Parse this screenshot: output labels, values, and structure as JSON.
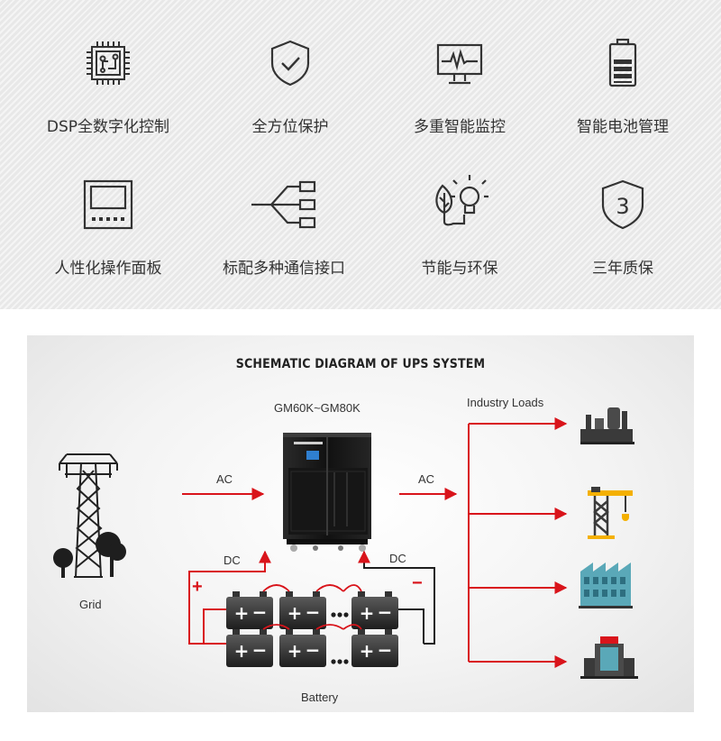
{
  "features": [
    {
      "label": "DSP全数字化控制",
      "icon": "chip-icon"
    },
    {
      "label": "全方位保护",
      "icon": "shield-check-icon"
    },
    {
      "label": "多重智能监控",
      "icon": "monitor-pulse-icon"
    },
    {
      "label": "智能电池管理",
      "icon": "battery-icon"
    },
    {
      "label": "人性化操作面板",
      "icon": "control-panel-icon"
    },
    {
      "label": "标配多种通信接口",
      "icon": "interface-tree-icon"
    },
    {
      "label": "节能与环保",
      "icon": "leaf-bulb-icon"
    },
    {
      "label": "三年质保",
      "icon": "warranty-3-icon"
    }
  ],
  "schematic": {
    "title": "SCHEMATIC DIAGRAM OF UPS SYSTEM",
    "model": "GM60K~GM80K",
    "industry_loads": "Industry Loads",
    "ac_in": "AC",
    "ac_out": "AC",
    "dc_left": "DC",
    "dc_right": "DC",
    "plus": "+",
    "minus": "−",
    "grid": "Grid",
    "battery": "Battery",
    "colors": {
      "arrow": "#d9141b",
      "cabinet": "#1b1b1b",
      "icon_dark": "#3a3a3a",
      "yellow": "#f4b000",
      "teal": "#5aa8b8"
    }
  }
}
